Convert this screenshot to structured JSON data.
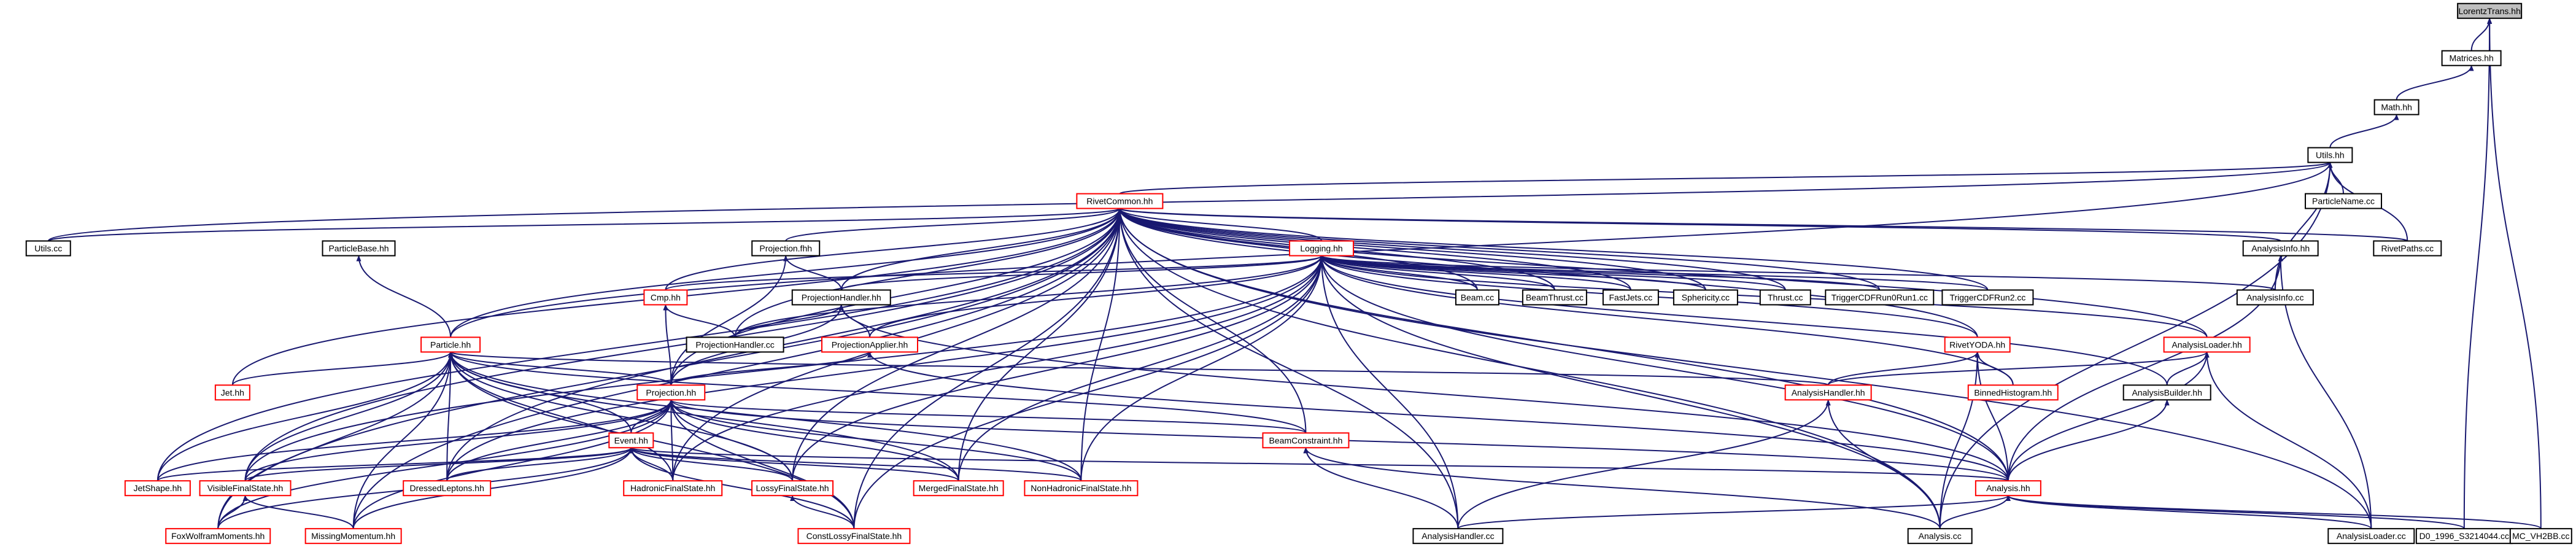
{
  "colors": {
    "edge": "#191970",
    "box_black": "#000000",
    "box_red": "#ff0000",
    "fill_root": "#bfbfbf",
    "fill_default": "#ffffff"
  },
  "nodes": [
    {
      "id": "LorentzTrans",
      "label": "LorentzTrans.hh",
      "style": "root"
    },
    {
      "id": "Matrices",
      "label": "Matrices.hh",
      "style": "black"
    },
    {
      "id": "Math",
      "label": "Math.hh",
      "style": "black"
    },
    {
      "id": "Utils",
      "label": "Utils.hh",
      "style": "black"
    },
    {
      "id": "RivetCommon",
      "label": "RivetCommon.hh",
      "style": "red"
    },
    {
      "id": "ParticleName",
      "label": "ParticleName.cc",
      "style": "black"
    },
    {
      "id": "RivetPaths",
      "label": "RivetPaths.cc",
      "style": "black"
    },
    {
      "id": "UtilsCc",
      "label": "Utils.cc",
      "style": "black"
    },
    {
      "id": "ParticleBase",
      "label": "ParticleBase.hh",
      "style": "black"
    },
    {
      "id": "Projectionfhh",
      "label": "Projection.fhh",
      "style": "black"
    },
    {
      "id": "Logging",
      "label": "Logging.hh",
      "style": "red"
    },
    {
      "id": "AnalysisInfoHh",
      "label": "AnalysisInfo.hh",
      "style": "black"
    },
    {
      "id": "Cmp",
      "label": "Cmp.hh",
      "style": "red"
    },
    {
      "id": "ProjectionHandlerHh",
      "label": "ProjectionHandler.hh",
      "style": "black"
    },
    {
      "id": "BeamCc",
      "label": "Beam.cc",
      "style": "black"
    },
    {
      "id": "BeamThrustCc",
      "label": "BeamThrust.cc",
      "style": "black"
    },
    {
      "id": "FastJetsCc",
      "label": "FastJets.cc",
      "style": "black"
    },
    {
      "id": "SphericityCc",
      "label": "Sphericity.cc",
      "style": "black"
    },
    {
      "id": "ThrustCc",
      "label": "Thrust.cc",
      "style": "black"
    },
    {
      "id": "TriggerRun1",
      "label": "TriggerCDFRun0Run1.cc",
      "style": "black"
    },
    {
      "id": "TriggerRun2",
      "label": "TriggerCDFRun2.cc",
      "style": "black"
    },
    {
      "id": "AnalysisInfoCc",
      "label": "AnalysisInfo.cc",
      "style": "black"
    },
    {
      "id": "ProjectionHandlerCc",
      "label": "ProjectionHandler.cc",
      "style": "black"
    },
    {
      "id": "ProjectionApplier",
      "label": "ProjectionApplier.hh",
      "style": "red"
    },
    {
      "id": "Particle",
      "label": "Particle.hh",
      "style": "red"
    },
    {
      "id": "RivetYODA",
      "label": "RivetYODA.hh",
      "style": "red"
    },
    {
      "id": "AnalysisLoaderHh",
      "label": "AnalysisLoader.hh",
      "style": "red"
    },
    {
      "id": "Jet",
      "label": "Jet.hh",
      "style": "red"
    },
    {
      "id": "Projection",
      "label": "Projection.hh",
      "style": "red"
    },
    {
      "id": "AnalysisHandlerHh",
      "label": "AnalysisHandler.hh",
      "style": "red"
    },
    {
      "id": "BinnedHistogram",
      "label": "BinnedHistogram.hh",
      "style": "red"
    },
    {
      "id": "AnalysisBuilder",
      "label": "AnalysisBuilder.hh",
      "style": "black"
    },
    {
      "id": "BeamConstraint",
      "label": "BeamConstraint.hh",
      "style": "red"
    },
    {
      "id": "Event",
      "label": "Event.hh",
      "style": "red"
    },
    {
      "id": "JetShape",
      "label": "JetShape.hh",
      "style": "red"
    },
    {
      "id": "VisibleFinalState",
      "label": "VisibleFinalState.hh",
      "style": "red"
    },
    {
      "id": "DressedLeptons",
      "label": "DressedLeptons.hh",
      "style": "red"
    },
    {
      "id": "HadronicFinalState",
      "label": "HadronicFinalState.hh",
      "style": "red"
    },
    {
      "id": "LossyFinalState",
      "label": "LossyFinalState.hh",
      "style": "red"
    },
    {
      "id": "MergedFinalState",
      "label": "MergedFinalState.hh",
      "style": "red"
    },
    {
      "id": "NonHadronicFinalState",
      "label": "NonHadronicFinalState.hh",
      "style": "red"
    },
    {
      "id": "AnalysisHh",
      "label": "Analysis.hh",
      "style": "red"
    },
    {
      "id": "FoxWolframMoments",
      "label": "FoxWolframMoments.hh",
      "style": "red"
    },
    {
      "id": "MissingMomentum",
      "label": "MissingMomentum.hh",
      "style": "red"
    },
    {
      "id": "ConstLossyFinalState",
      "label": "ConstLossyFinalState.hh",
      "style": "red"
    },
    {
      "id": "AnalysisHandlerCc",
      "label": "AnalysisHandler.cc",
      "style": "black"
    },
    {
      "id": "AnalysisCc",
      "label": "Analysis.cc",
      "style": "black"
    },
    {
      "id": "AnalysisLoaderCc",
      "label": "AnalysisLoader.cc",
      "style": "black"
    },
    {
      "id": "D0",
      "label": "D0_1996_S3214044.cc",
      "style": "black"
    },
    {
      "id": "MCVH2BB",
      "label": "MC_VH2BB.cc",
      "style": "black"
    }
  ],
  "edges": [
    [
      "Matrices",
      "LorentzTrans"
    ],
    [
      "D0",
      "LorentzTrans"
    ],
    [
      "MCVH2BB",
      "LorentzTrans"
    ],
    [
      "Math",
      "Matrices"
    ],
    [
      "Utils",
      "Math"
    ],
    [
      "RivetCommon",
      "Utils"
    ],
    [
      "ParticleName",
      "Utils"
    ],
    [
      "RivetPaths",
      "Utils"
    ],
    [
      "UtilsCc",
      "Utils"
    ],
    [
      "AnalysisInfoCc",
      "Utils"
    ],
    [
      "Particle",
      "Utils"
    ],
    [
      "AnalysisCc",
      "Utils"
    ],
    [
      "UtilsCc",
      "RivetCommon"
    ],
    [
      "Projectionfhh",
      "RivetCommon"
    ],
    [
      "Logging",
      "RivetCommon"
    ],
    [
      "AnalysisInfoHh",
      "RivetCommon"
    ],
    [
      "RivetPaths",
      "RivetCommon"
    ],
    [
      "Cmp",
      "RivetCommon"
    ],
    [
      "ProjectionHandlerHh",
      "RivetCommon"
    ],
    [
      "BeamCc",
      "RivetCommon"
    ],
    [
      "BeamThrustCc",
      "RivetCommon"
    ],
    [
      "FastJetsCc",
      "RivetCommon"
    ],
    [
      "SphericityCc",
      "RivetCommon"
    ],
    [
      "ThrustCc",
      "RivetCommon"
    ],
    [
      "TriggerRun1",
      "RivetCommon"
    ],
    [
      "TriggerRun2",
      "RivetCommon"
    ],
    [
      "ProjectionHandlerCc",
      "RivetCommon"
    ],
    [
      "Particle",
      "RivetCommon"
    ],
    [
      "RivetYODA",
      "RivetCommon"
    ],
    [
      "AnalysisLoaderHh",
      "RivetCommon"
    ],
    [
      "Jet",
      "RivetCommon"
    ],
    [
      "Projection",
      "RivetCommon"
    ],
    [
      "BeamConstraint",
      "RivetCommon"
    ],
    [
      "JetShape",
      "RivetCommon"
    ],
    [
      "VisibleFinalState",
      "RivetCommon"
    ],
    [
      "DressedLeptons",
      "RivetCommon"
    ],
    [
      "HadronicFinalState",
      "RivetCommon"
    ],
    [
      "LossyFinalState",
      "RivetCommon"
    ],
    [
      "MergedFinalState",
      "RivetCommon"
    ],
    [
      "NonHadronicFinalState",
      "RivetCommon"
    ],
    [
      "AnalysisHh",
      "RivetCommon"
    ],
    [
      "FoxWolframMoments",
      "RivetCommon"
    ],
    [
      "MissingMomentum",
      "RivetCommon"
    ],
    [
      "ConstLossyFinalState",
      "RivetCommon"
    ],
    [
      "AnalysisHandlerCc",
      "RivetCommon"
    ],
    [
      "AnalysisCc",
      "RivetCommon"
    ],
    [
      "AnalysisLoaderCc",
      "RivetCommon"
    ],
    [
      "Particle",
      "ParticleBase"
    ],
    [
      "ProjectionHandlerHh",
      "Projectionfhh"
    ],
    [
      "Projection",
      "Projectionfhh"
    ],
    [
      "AnalysisInfoCc",
      "AnalysisInfoHh"
    ],
    [
      "AnalysisHh",
      "AnalysisInfoHh"
    ],
    [
      "AnalysisLoaderCc",
      "AnalysisInfoHh"
    ],
    [
      "Cmp",
      "Logging"
    ],
    [
      "ProjectionHandlerHh",
      "Logging"
    ],
    [
      "BeamCc",
      "Logging"
    ],
    [
      "BeamThrustCc",
      "Logging"
    ],
    [
      "FastJetsCc",
      "Logging"
    ],
    [
      "SphericityCc",
      "Logging"
    ],
    [
      "ThrustCc",
      "Logging"
    ],
    [
      "TriggerRun1",
      "Logging"
    ],
    [
      "TriggerRun2",
      "Logging"
    ],
    [
      "AnalysisInfoCc",
      "Logging"
    ],
    [
      "ProjectionHandlerCc",
      "Logging"
    ],
    [
      "ProjectionApplier",
      "Logging"
    ],
    [
      "RivetYODA",
      "Logging"
    ],
    [
      "AnalysisLoaderHh",
      "Logging"
    ],
    [
      "AnalysisBuilder",
      "Logging"
    ],
    [
      "BinnedHistogram",
      "Logging"
    ],
    [
      "AnalysisHh",
      "Logging"
    ],
    [
      "AnalysisHandlerCc",
      "Logging"
    ],
    [
      "ConstLossyFinalState",
      "Logging"
    ],
    [
      "DressedLeptons",
      "Logging"
    ],
    [
      "HadronicFinalState",
      "Logging"
    ],
    [
      "MergedFinalState",
      "Logging"
    ],
    [
      "NonHadronicFinalState",
      "Logging"
    ],
    [
      "LossyFinalState",
      "Logging"
    ],
    [
      "VisibleFinalState",
      "Logging"
    ],
    [
      "AnalysisCc",
      "Logging"
    ],
    [
      "ProjectionApplier",
      "ProjectionHandlerHh"
    ],
    [
      "ProjectionHandlerCc",
      "ProjectionHandlerHh"
    ],
    [
      "AnalysisHh",
      "ProjectionHandlerHh"
    ],
    [
      "Projection",
      "ProjectionHandlerHh"
    ],
    [
      "ProjectionHandlerCc",
      "Cmp"
    ],
    [
      "Projection",
      "Cmp"
    ],
    [
      "Projection",
      "ProjectionApplier"
    ],
    [
      "AnalysisHh",
      "ProjectionApplier"
    ],
    [
      "Jet",
      "Particle"
    ],
    [
      "Projection",
      "Particle"
    ],
    [
      "Event",
      "Particle"
    ],
    [
      "JetShape",
      "Particle"
    ],
    [
      "VisibleFinalState",
      "Particle"
    ],
    [
      "DressedLeptons",
      "Particle"
    ],
    [
      "HadronicFinalState",
      "Particle"
    ],
    [
      "LossyFinalState",
      "Particle"
    ],
    [
      "MergedFinalState",
      "Particle"
    ],
    [
      "AnalysisHandlerHh",
      "Particle"
    ],
    [
      "BeamConstraint",
      "Particle"
    ],
    [
      "FoxWolframMoments",
      "Particle"
    ],
    [
      "MissingMomentum",
      "Particle"
    ],
    [
      "ConstLossyFinalState",
      "Particle"
    ],
    [
      "NonHadronicFinalState",
      "Particle"
    ],
    [
      "AnalysisHandlerHh",
      "RivetYODA"
    ],
    [
      "BinnedHistogram",
      "RivetYODA"
    ],
    [
      "AnalysisHh",
      "RivetYODA"
    ],
    [
      "AnalysisCc",
      "RivetYODA"
    ],
    [
      "AnalysisHandlerHh",
      "AnalysisLoaderHh"
    ],
    [
      "AnalysisBuilder",
      "AnalysisLoaderHh"
    ],
    [
      "AnalysisHh",
      "AnalysisLoaderHh"
    ],
    [
      "AnalysisLoaderCc",
      "AnalysisLoaderHh"
    ],
    [
      "Event",
      "Projection"
    ],
    [
      "JetShape",
      "Projection"
    ],
    [
      "VisibleFinalState",
      "Projection"
    ],
    [
      "DressedLeptons",
      "Projection"
    ],
    [
      "HadronicFinalState",
      "Projection"
    ],
    [
      "LossyFinalState",
      "Projection"
    ],
    [
      "MergedFinalState",
      "Projection"
    ],
    [
      "NonHadronicFinalState",
      "Projection"
    ],
    [
      "BeamConstraint",
      "Projection"
    ],
    [
      "FoxWolframMoments",
      "Projection"
    ],
    [
      "MissingMomentum",
      "Projection"
    ],
    [
      "ConstLossyFinalState",
      "Projection"
    ],
    [
      "AnalysisHh",
      "Projection"
    ],
    [
      "AnalysisHandlerCc",
      "AnalysisHandlerHh"
    ],
    [
      "AnalysisCc",
      "AnalysisHandlerHh"
    ],
    [
      "AnalysisHh",
      "AnalysisBuilder"
    ],
    [
      "AnalysisHandlerCc",
      "BeamConstraint"
    ],
    [
      "AnalysisCc",
      "BeamConstraint"
    ],
    [
      "JetShape",
      "Event"
    ],
    [
      "VisibleFinalState",
      "Event"
    ],
    [
      "DressedLeptons",
      "Event"
    ],
    [
      "HadronicFinalState",
      "Event"
    ],
    [
      "LossyFinalState",
      "Event"
    ],
    [
      "MergedFinalState",
      "Event"
    ],
    [
      "NonHadronicFinalState",
      "Event"
    ],
    [
      "AnalysisHh",
      "Event"
    ],
    [
      "FoxWolframMoments",
      "Event"
    ],
    [
      "MissingMomentum",
      "Event"
    ],
    [
      "ConstLossyFinalState",
      "Event"
    ],
    [
      "FoxWolframMoments",
      "VisibleFinalState"
    ],
    [
      "MissingMomentum",
      "VisibleFinalState"
    ],
    [
      "ConstLossyFinalState",
      "LossyFinalState"
    ],
    [
      "AnalysisHandlerCc",
      "AnalysisHh"
    ],
    [
      "AnalysisCc",
      "AnalysisHh"
    ],
    [
      "AnalysisLoaderCc",
      "AnalysisHh"
    ],
    [
      "D0",
      "AnalysisHh"
    ],
    [
      "MCVH2BB",
      "AnalysisHh"
    ]
  ]
}
